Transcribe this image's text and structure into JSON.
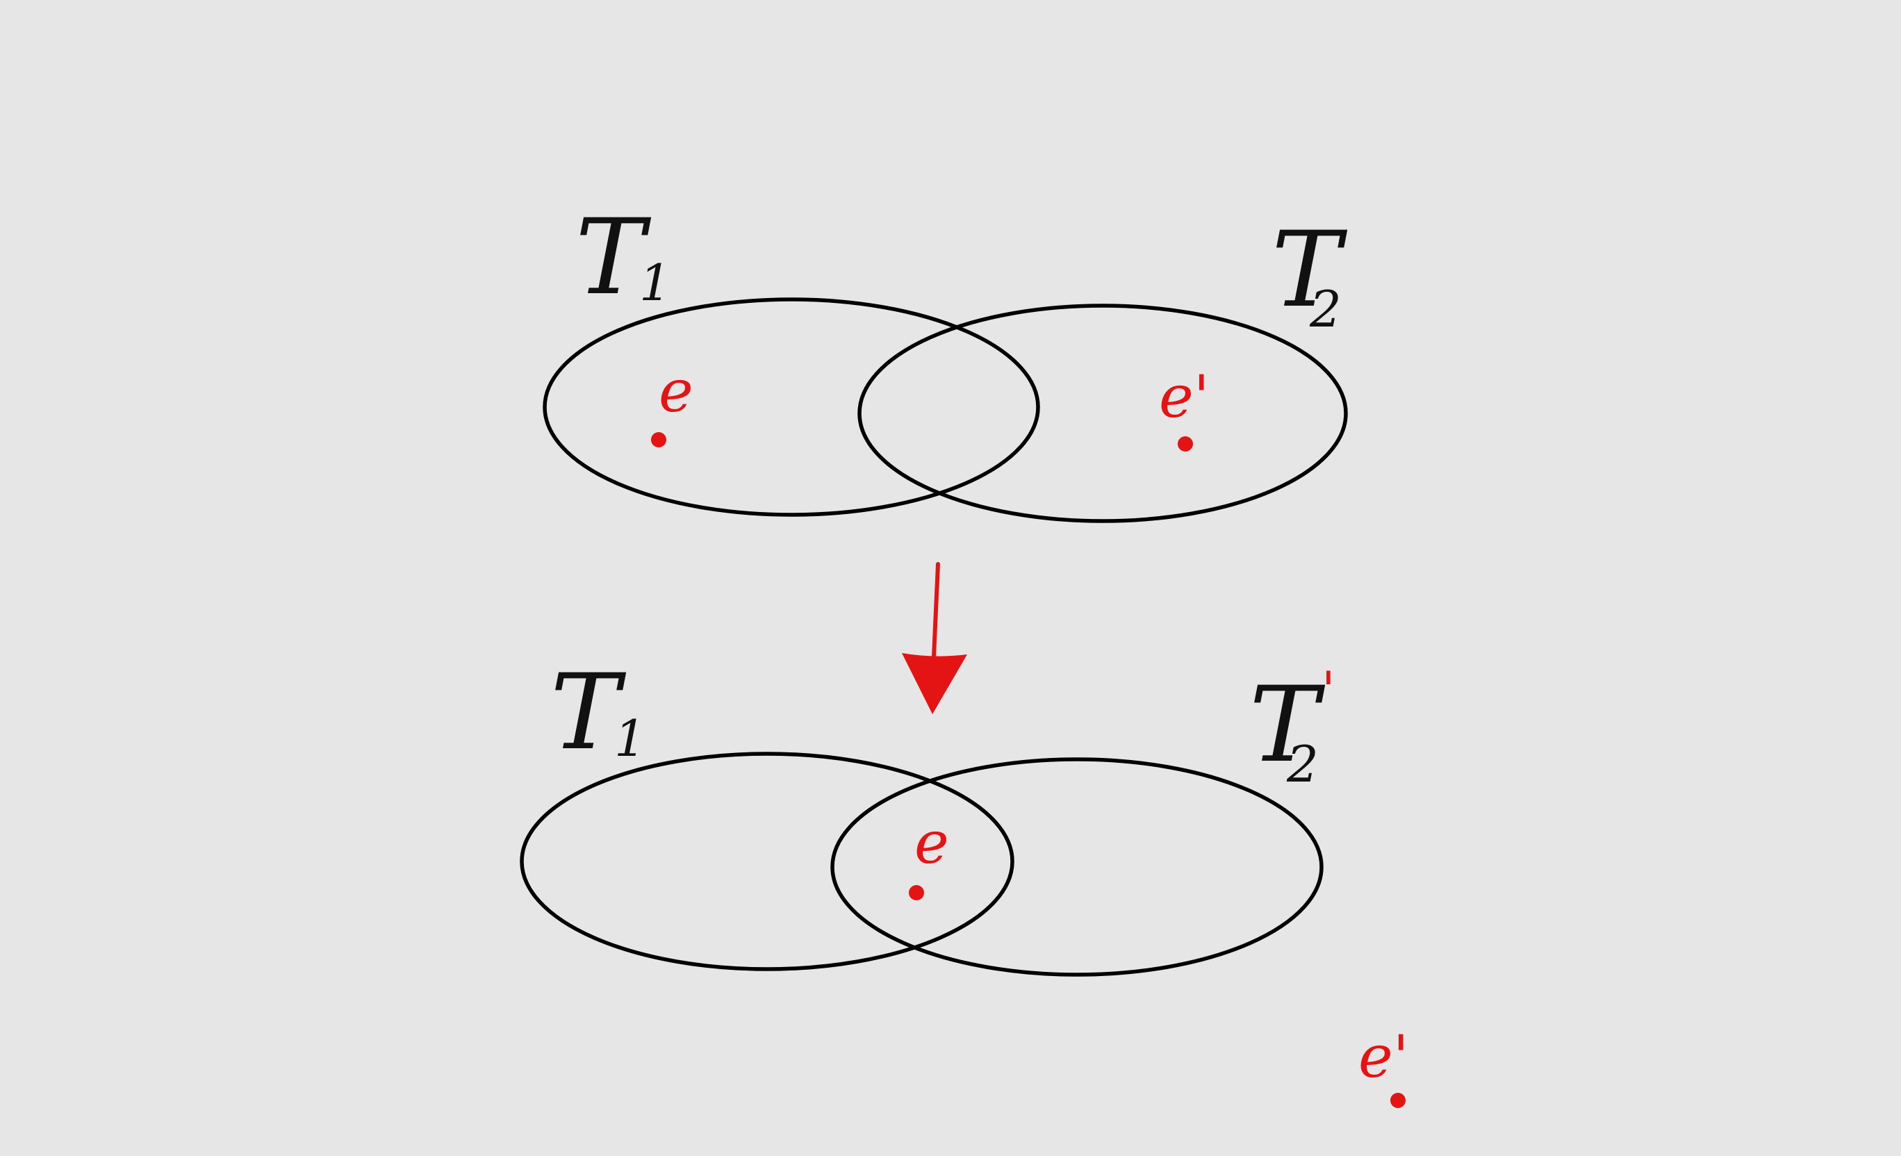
{
  "colors": {
    "background": "#e6e6e6",
    "outline": "#000000",
    "accent": "#e41414"
  },
  "before": {
    "set_a": {
      "name": "T",
      "subscript": "1"
    },
    "set_b": {
      "name": "T",
      "subscript": "2"
    },
    "elements": [
      {
        "label": "e",
        "location": "only in T1"
      },
      {
        "label": "e'",
        "location": "only in T2"
      }
    ]
  },
  "after": {
    "set_a": {
      "name": "T",
      "subscript": "1"
    },
    "set_b": {
      "name": "T",
      "subscript": "2",
      "prime": "'"
    },
    "elements": [
      {
        "label": "e",
        "location": "in T1 ∩ T2'"
      },
      {
        "label": "e'",
        "location": "outside both sets"
      }
    ]
  },
  "arrow": {
    "direction": "down",
    "color": "#e41414"
  }
}
